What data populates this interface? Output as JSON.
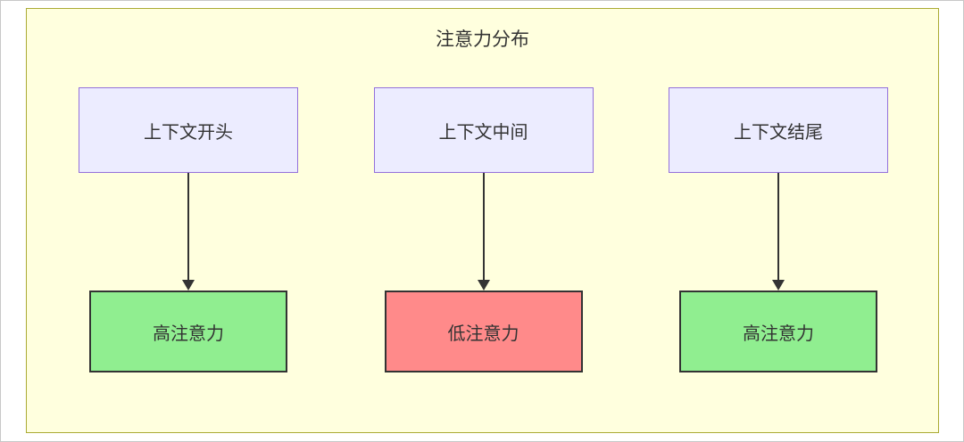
{
  "diagram": {
    "title": "注意力分布",
    "columns": [
      {
        "top": "上下文开头",
        "bottom": "高注意力",
        "attention": "high"
      },
      {
        "top": "上下文中间",
        "bottom": "低注意力",
        "attention": "low"
      },
      {
        "top": "上下文结尾",
        "bottom": "高注意力",
        "attention": "high"
      }
    ],
    "colors": {
      "panel_background": "#ffffde",
      "panel_border": "#aaaa33",
      "context_node_fill": "#ececff",
      "context_node_border": "#9370db",
      "high_attention_fill": "#90ee90",
      "low_attention_fill": "#ff8a8a",
      "result_node_border": "#333333",
      "arrow_color": "#333333",
      "text_color": "#333333"
    }
  }
}
